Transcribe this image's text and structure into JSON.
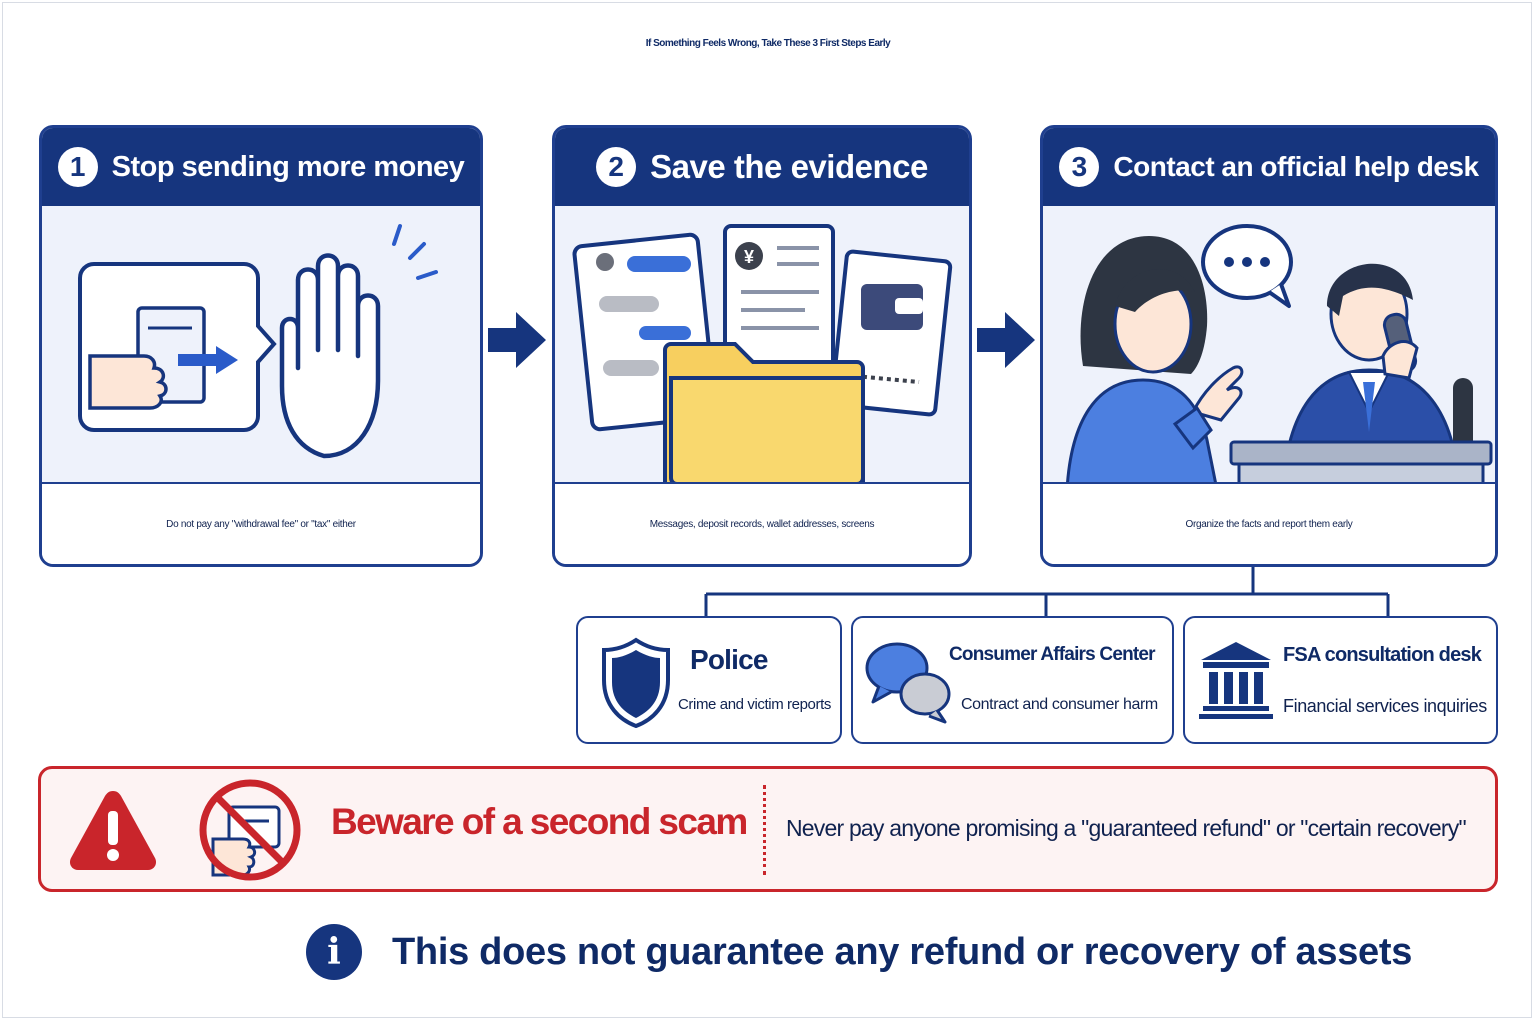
{
  "title": "If Something Feels Wrong, Take These 3 First Steps Early",
  "steps": [
    {
      "number": "1",
      "title": "Stop sending more money",
      "caption": "Do not pay any \"withdrawal fee\" or \"tax\" either",
      "icons": [
        "hand-holding-document-icon",
        "stop-hand-icon"
      ]
    },
    {
      "number": "2",
      "title": "Save the evidence",
      "caption": "Messages, deposit records, wallet addresses, screens",
      "icons": [
        "chat-document-icon",
        "yen-receipt-icon",
        "wallet-card-icon",
        "folder-icon"
      ]
    },
    {
      "number": "3",
      "title": "Contact an official help desk",
      "caption": "Organize the facts and report them early",
      "icons": [
        "person-icon",
        "help-desk-agent-icon",
        "speech-bubble-icon"
      ]
    }
  ],
  "desks": [
    {
      "name": "Police",
      "desc": "Crime and victim reports",
      "icon": "shield-icon"
    },
    {
      "name": "Consumer Affairs Center",
      "desc": "Contract and consumer harm",
      "icon": "chat-bubbles-icon"
    },
    {
      "name": "FSA consultation desk",
      "desc": "Financial services inquiries",
      "icon": "bank-building-icon"
    }
  ],
  "warning": {
    "title": "Beware of a second scam",
    "text": "Never pay anyone promising a \"guaranteed refund\" or \"certain recovery\"",
    "icons": [
      "warning-triangle-icon",
      "no-payment-icon"
    ]
  },
  "note": {
    "icon": "i",
    "text": "This does not guarantee any refund or recovery of assets"
  },
  "colors": {
    "navy": "#16357e",
    "red": "#c9252b",
    "light_blue": "#eef2fb",
    "folder_yellow": "#f7cf5f",
    "accent_blue": "#3a6fd8"
  }
}
